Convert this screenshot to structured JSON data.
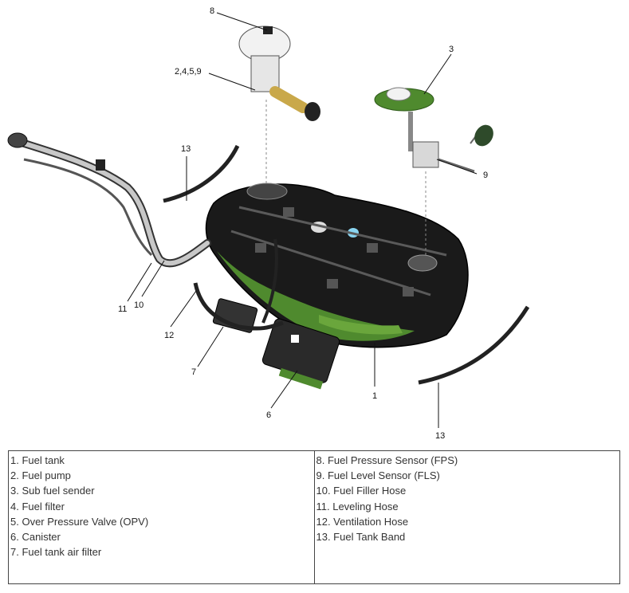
{
  "callouts": {
    "c1": "1",
    "c3": "3",
    "c6": "6",
    "c7": "7",
    "c8": "8",
    "c9": "9",
    "c10": "10",
    "c11": "11",
    "c12": "12",
    "c13a": "13",
    "c13b": "13",
    "c2459": "2,4,5,9"
  },
  "legend": {
    "left": [
      "1. Fuel tank",
      "2. Fuel pump",
      "3. Sub fuel sender",
      "4. Fuel filter",
      "5. Over Pressure Valve (OPV)",
      "6. Canister",
      "7. Fuel tank air filter"
    ],
    "right": [
      "8. Fuel Pressure Sensor (FPS)",
      "9. Fuel Level Sensor (FLS)",
      "10. Fuel Filler Hose",
      "11. Leveling Hose",
      "12. Ventilation Hose",
      "13. Fuel Tank Band"
    ]
  },
  "colors": {
    "tank_body": "#1a1a1a",
    "tank_highlight": "#5a5a5a",
    "green_accent": "#4f8a2e",
    "filler_pipe": "#c8c8c8",
    "pump_tan": "#c9a84a"
  }
}
